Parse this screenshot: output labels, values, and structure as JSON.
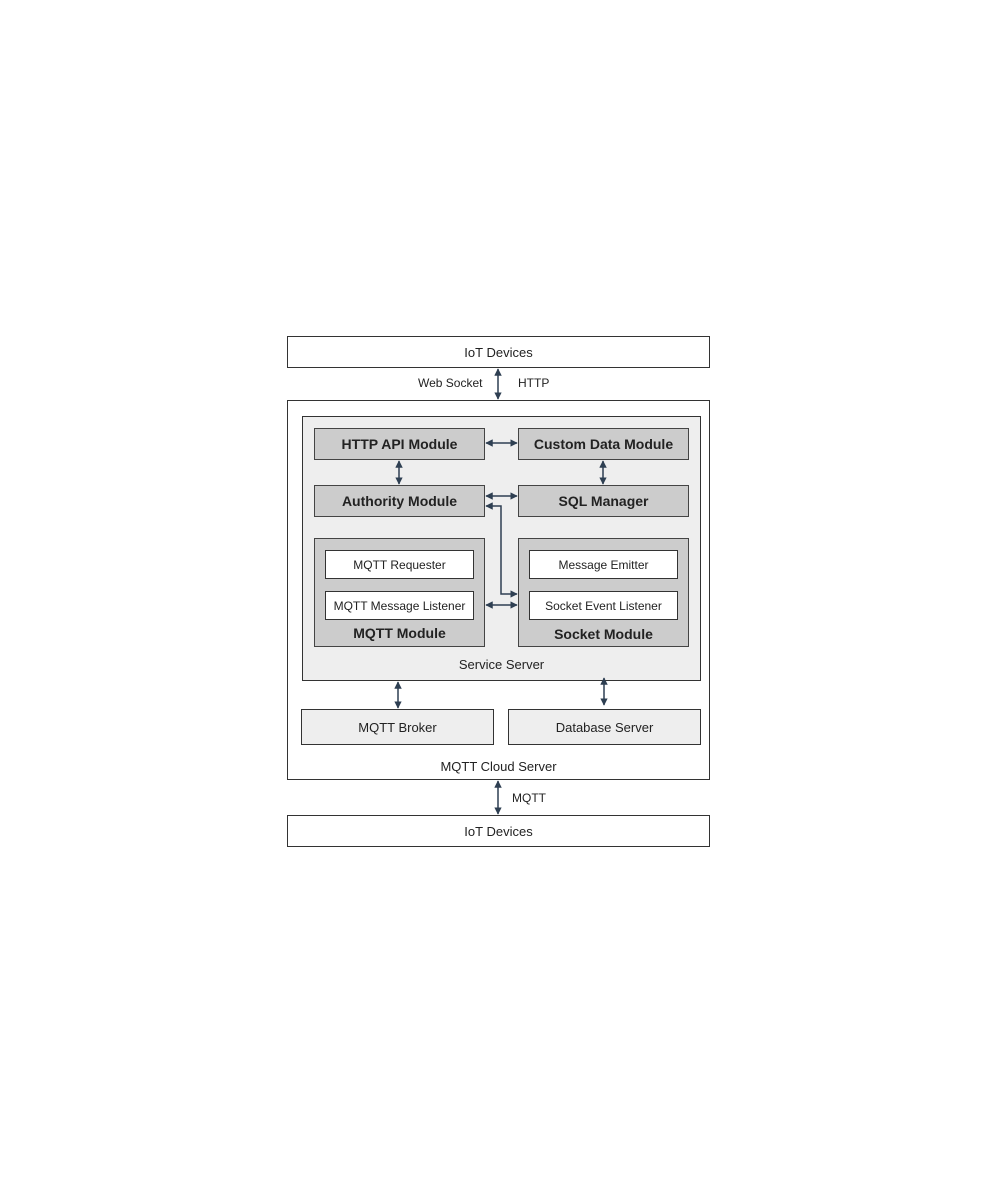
{
  "top_devices": "IoT Devices",
  "top_link": {
    "left": "Web Socket",
    "right": "HTTP"
  },
  "cloud_server": "MQTT Cloud Server",
  "service_server": "Service Server",
  "modules": {
    "http_api": "HTTP API Module",
    "custom_data": "Custom Data Module",
    "authority": "Authority Module",
    "sql_manager": "SQL Manager",
    "mqtt": {
      "title": "MQTT Module",
      "requester": "MQTT Requester",
      "listener": "MQTT Message Listener"
    },
    "socket": {
      "title": "Socket Module",
      "emitter": "Message Emitter",
      "listener": "Socket Event Listener"
    }
  },
  "mqtt_broker": "MQTT Broker",
  "database_server": "Database Server",
  "bottom_link": "MQTT",
  "bottom_devices": "IoT Devices",
  "colors": {
    "arrow": "#2e3f52",
    "module_fill": "#cccccc",
    "container_fill": "#eeeeee"
  }
}
